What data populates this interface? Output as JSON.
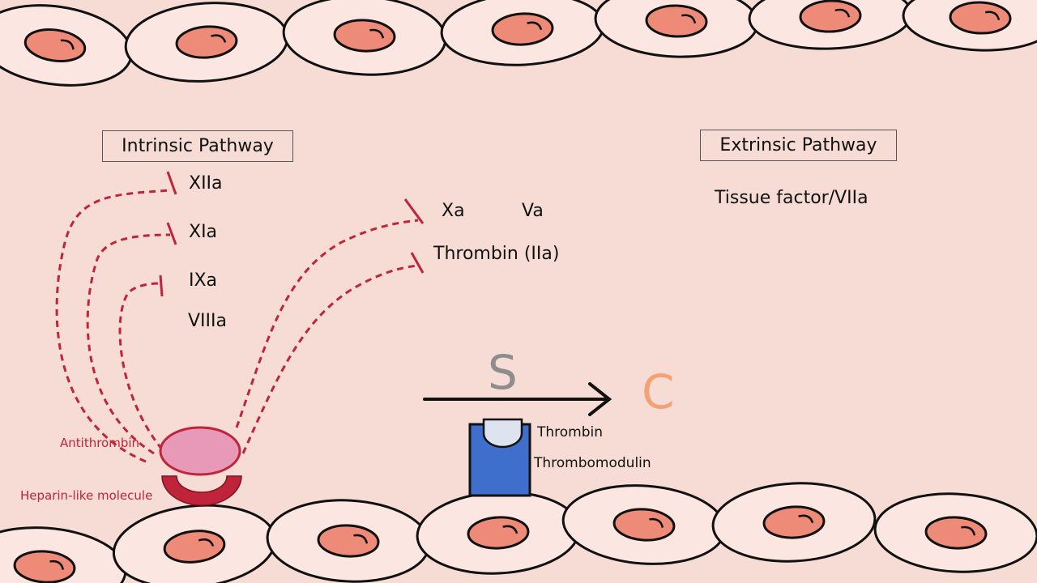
{
  "intrinsic": {
    "title": "Intrinsic Pathway",
    "box_color": "#c6e6bf",
    "factors": [
      "XIIa",
      "XIa",
      "IXa",
      "VIIIa"
    ]
  },
  "common": {
    "factor_xa": "Xa",
    "factor_va": "Va",
    "thrombin": "Thrombin (IIa)"
  },
  "extrinsic": {
    "title": "Extrinsic Pathway",
    "box_color": "#f7e4a0",
    "factor": "Tissue factor/VIIa"
  },
  "inhibitors": {
    "antithrombin": "Antithrombin",
    "heparin": "Heparin-like molecule",
    "color": "#c0243a"
  },
  "protein_c_pathway": {
    "substrate": "S",
    "product": "C",
    "substrate_color": "#8d8d8d",
    "product_color": "#f4a274",
    "thrombin": "Thrombin",
    "thrombomodulin": "Thrombomodulin",
    "thrombomodulin_color": "#3f6fcc"
  },
  "colors": {
    "lumen": "#f7dcd5",
    "cell": "#fbe6e2",
    "nucleus": "#ee8a78",
    "inhibition_line": "#c0243a"
  }
}
